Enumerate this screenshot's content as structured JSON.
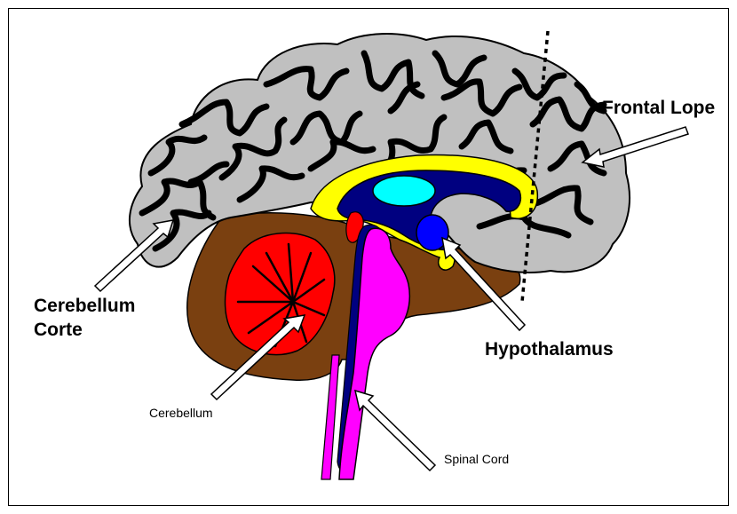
{
  "labels": {
    "frontal": "Frontal Lope",
    "cortex_line1": "Cerebellum",
    "cortex_line2": "Corte",
    "hypothalamus": "Hypothalamus",
    "cerebellum": "Cerebellum",
    "spinal_cord": "Spinal Cord"
  },
  "colors": {
    "cortex": "#c0c0c0",
    "sulci": "#000000",
    "brainstem_region": "#7a4010",
    "cerebellum": "#ff0000",
    "corpus_callosum": "#ffff00",
    "ventricle": "#000080",
    "thalamus": "#00ffff",
    "hypothalamus": "#0000ff",
    "spinal_cord": "#ff00ff",
    "arrow_fill": "#ffffff"
  }
}
